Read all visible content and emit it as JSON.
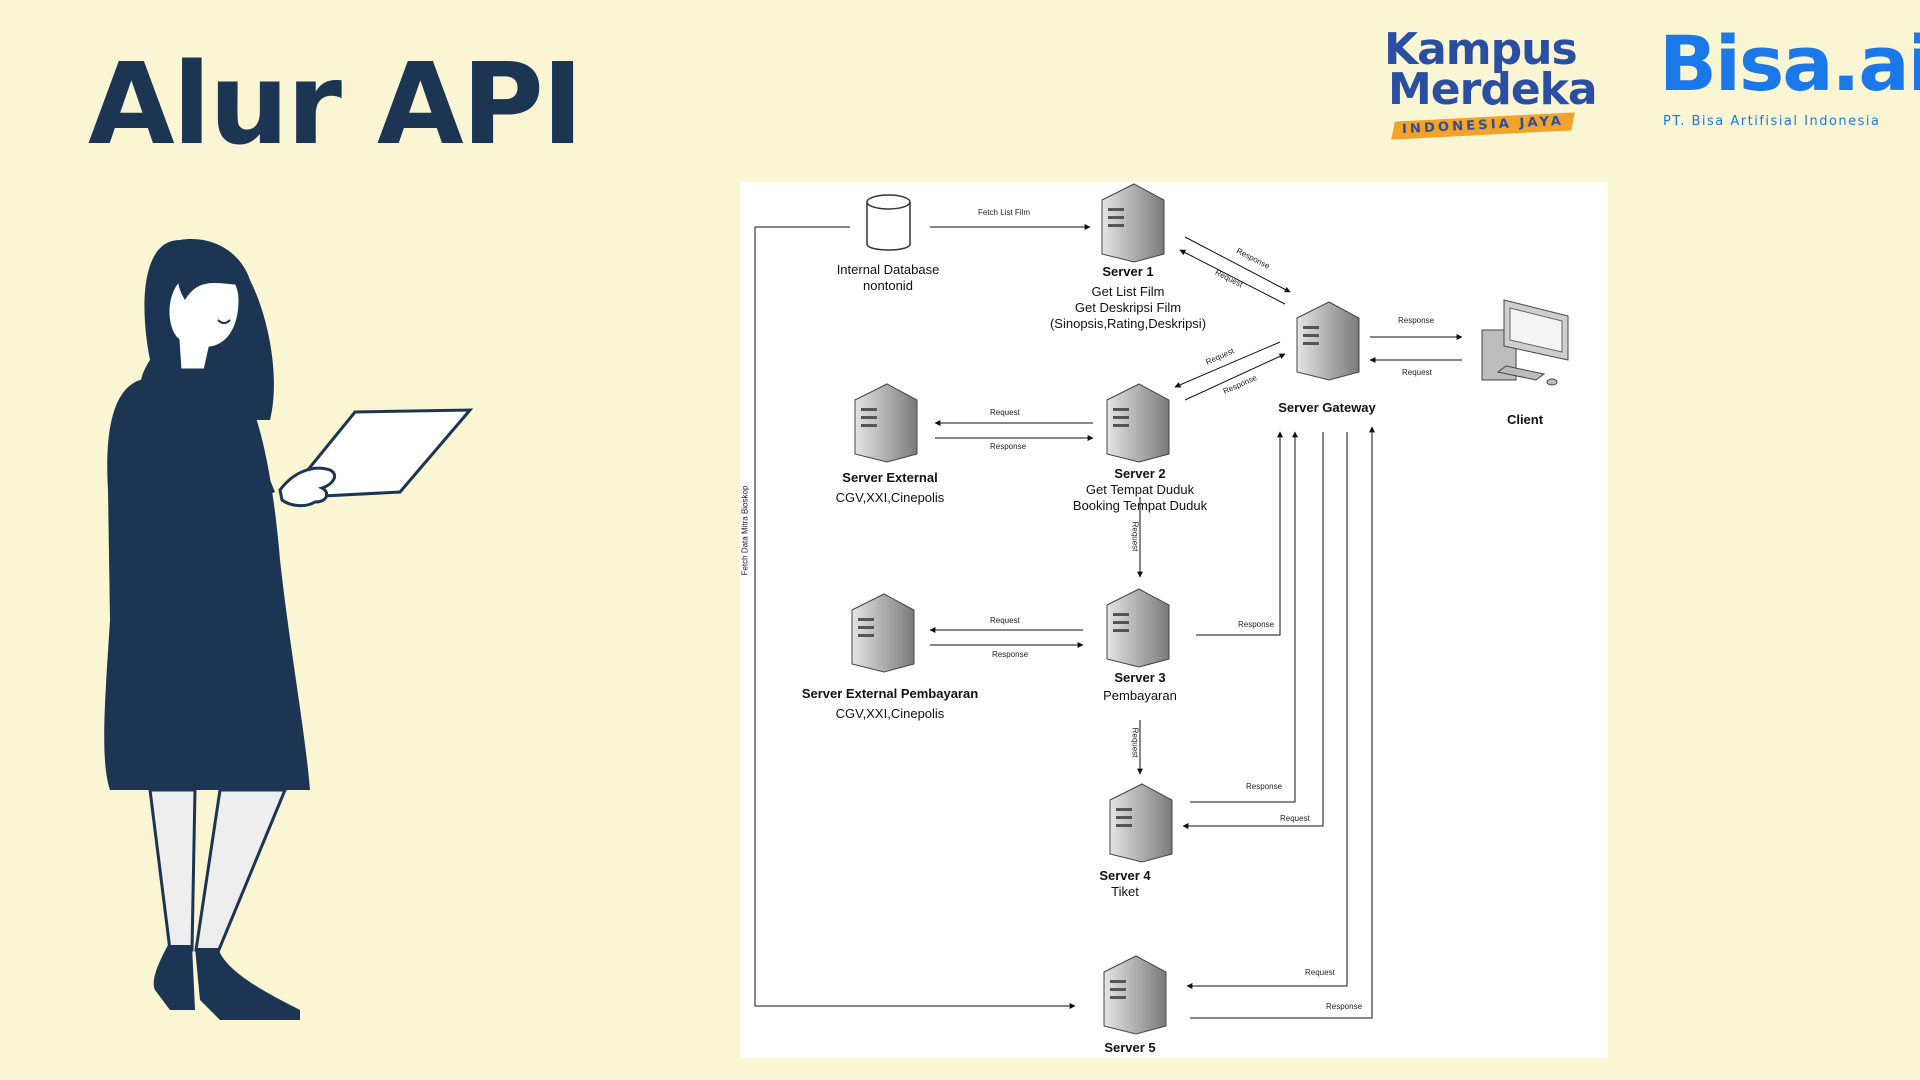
{
  "slide": {
    "title": "Alur API"
  },
  "logos": {
    "kampus_line1": "Kampus",
    "kampus_line2": "Merdeka",
    "kampus_band": "INDONESIA JAYA",
    "bisa_main": "Bisa.ai",
    "bisa_sub": "PT. Bisa Artifisial Indonesia"
  },
  "diagram": {
    "db": {
      "line1": "Internal Database",
      "line2": "nontonid"
    },
    "server1": {
      "name": "Server 1",
      "d1": "Get List Film",
      "d2": "Get Deskripsi Film",
      "d3": "(Sinopsis,Rating,Deskripsi)"
    },
    "gateway": {
      "name": "Server Gateway"
    },
    "client": {
      "name": "Client"
    },
    "server2": {
      "name": "Server 2",
      "d1": "Get Tempat Duduk",
      "d2": "Booking Tempat Duduk"
    },
    "external": {
      "name": "Server External",
      "d1": "CGV,XXI,Cinepolis"
    },
    "server3": {
      "name": "Server 3",
      "d1": "Pembayaran"
    },
    "external_pay": {
      "name": "Server External Pembayaran",
      "d1": "CGV,XXI,Cinepolis"
    },
    "server4": {
      "name": "Server 4",
      "d1": "Tiket"
    },
    "server5": {
      "name": "Server 5"
    },
    "arrows": {
      "fetch_list": "Fetch List Film",
      "response": "Response",
      "request": "Request",
      "fetch_mitra": "Fetch Data Mitra Bioskop"
    }
  },
  "colors": {
    "background": "#faf5d3",
    "title": "#1c3553",
    "figure_navy": "#1c3553",
    "kampus_blue": "#2a4fa2",
    "kampus_orange": "#f4a32a",
    "bisa_blue": "#1a78e8"
  }
}
